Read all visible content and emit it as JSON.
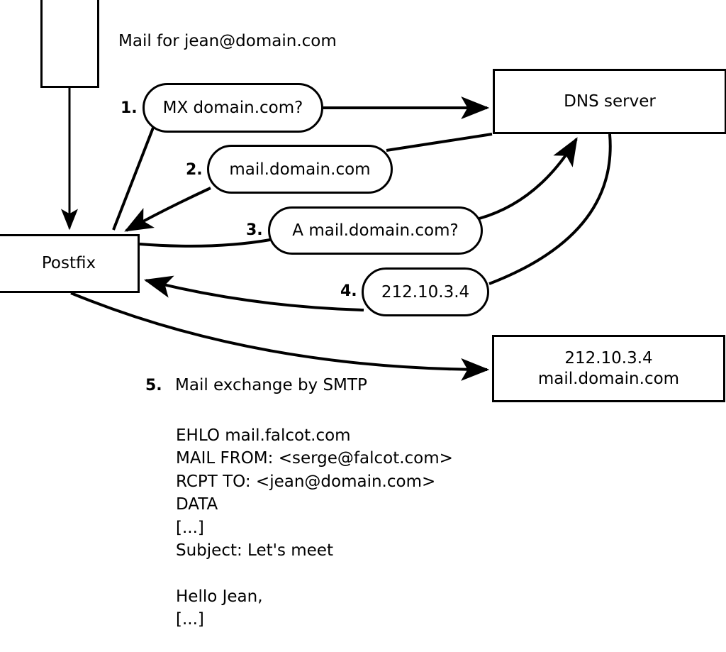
{
  "diagram": {
    "title_text": "Mail for jean@domain.com",
    "nodes": {
      "client": {
        "label": ""
      },
      "postfix": {
        "label": "Postfix"
      },
      "dns": {
        "label": "DNS server"
      },
      "target": {
        "line1": "212.10.3.4",
        "line2": "mail.domain.com"
      }
    },
    "steps": [
      {
        "num": "1.",
        "bubble": "MX domain.com?"
      },
      {
        "num": "2.",
        "bubble": "mail.domain.com"
      },
      {
        "num": "3.",
        "bubble": "A mail.domain.com?"
      },
      {
        "num": "4.",
        "bubble": "212.10.3.4"
      },
      {
        "num": "5.",
        "text": "Mail exchange by SMTP"
      }
    ],
    "smtp_transcript": [
      "EHLO mail.falcot.com",
      "MAIL FROM: <serge@falcot.com>",
      "RCPT TO: <jean@domain.com>",
      "DATA",
      "[...]",
      "Subject: Let's meet",
      "",
      "Hello Jean,",
      "[...]",
      "",
      "."
    ],
    "colors": {
      "stroke": "#000000",
      "fill": "#ffffff"
    }
  }
}
